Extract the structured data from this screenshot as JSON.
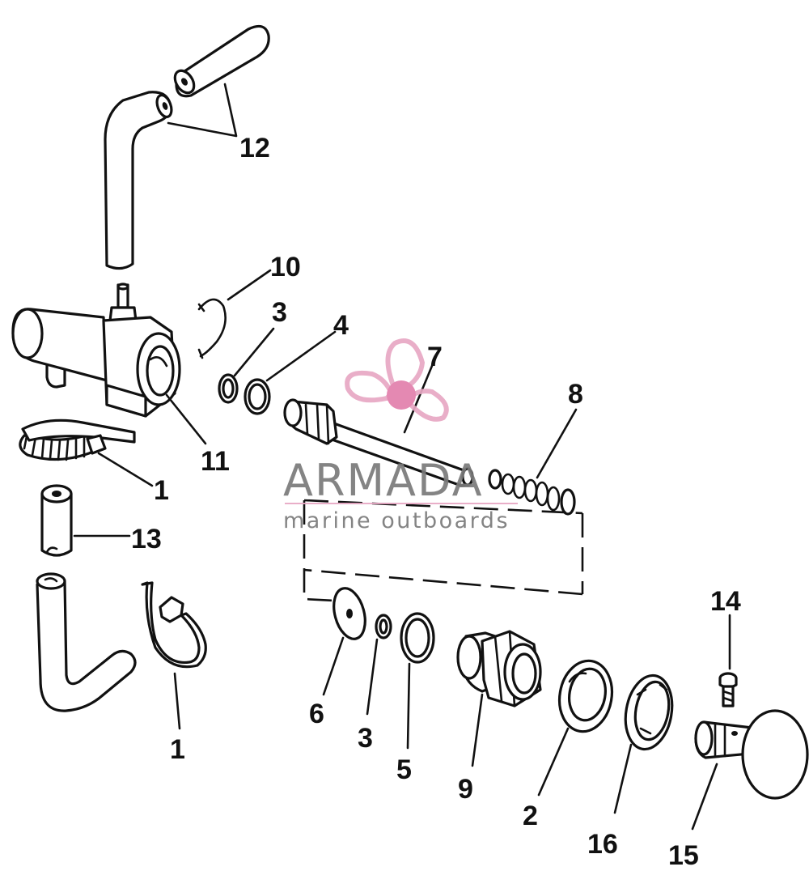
{
  "callouts": [
    {
      "id": "12",
      "text": "12"
    },
    {
      "id": "10",
      "text": "10"
    },
    {
      "id": "3a",
      "text": "3"
    },
    {
      "id": "4",
      "text": "4"
    },
    {
      "id": "7",
      "text": "7"
    },
    {
      "id": "8",
      "text": "8"
    },
    {
      "id": "11",
      "text": "11"
    },
    {
      "id": "1a",
      "text": "1"
    },
    {
      "id": "13",
      "text": "13"
    },
    {
      "id": "1b",
      "text": "1"
    },
    {
      "id": "14",
      "text": "14"
    },
    {
      "id": "6",
      "text": "6"
    },
    {
      "id": "3b",
      "text": "3"
    },
    {
      "id": "5",
      "text": "5"
    },
    {
      "id": "9",
      "text": "9"
    },
    {
      "id": "2",
      "text": "2"
    },
    {
      "id": "16",
      "text": "16"
    },
    {
      "id": "15",
      "text": "15"
    }
  ],
  "watermark": {
    "brand": "ARMADA",
    "tagline": "marine outboards",
    "text_color": "#7a7a7a",
    "logo_color": "#e8a8c4",
    "logo_hub_color": "#e27fac"
  }
}
